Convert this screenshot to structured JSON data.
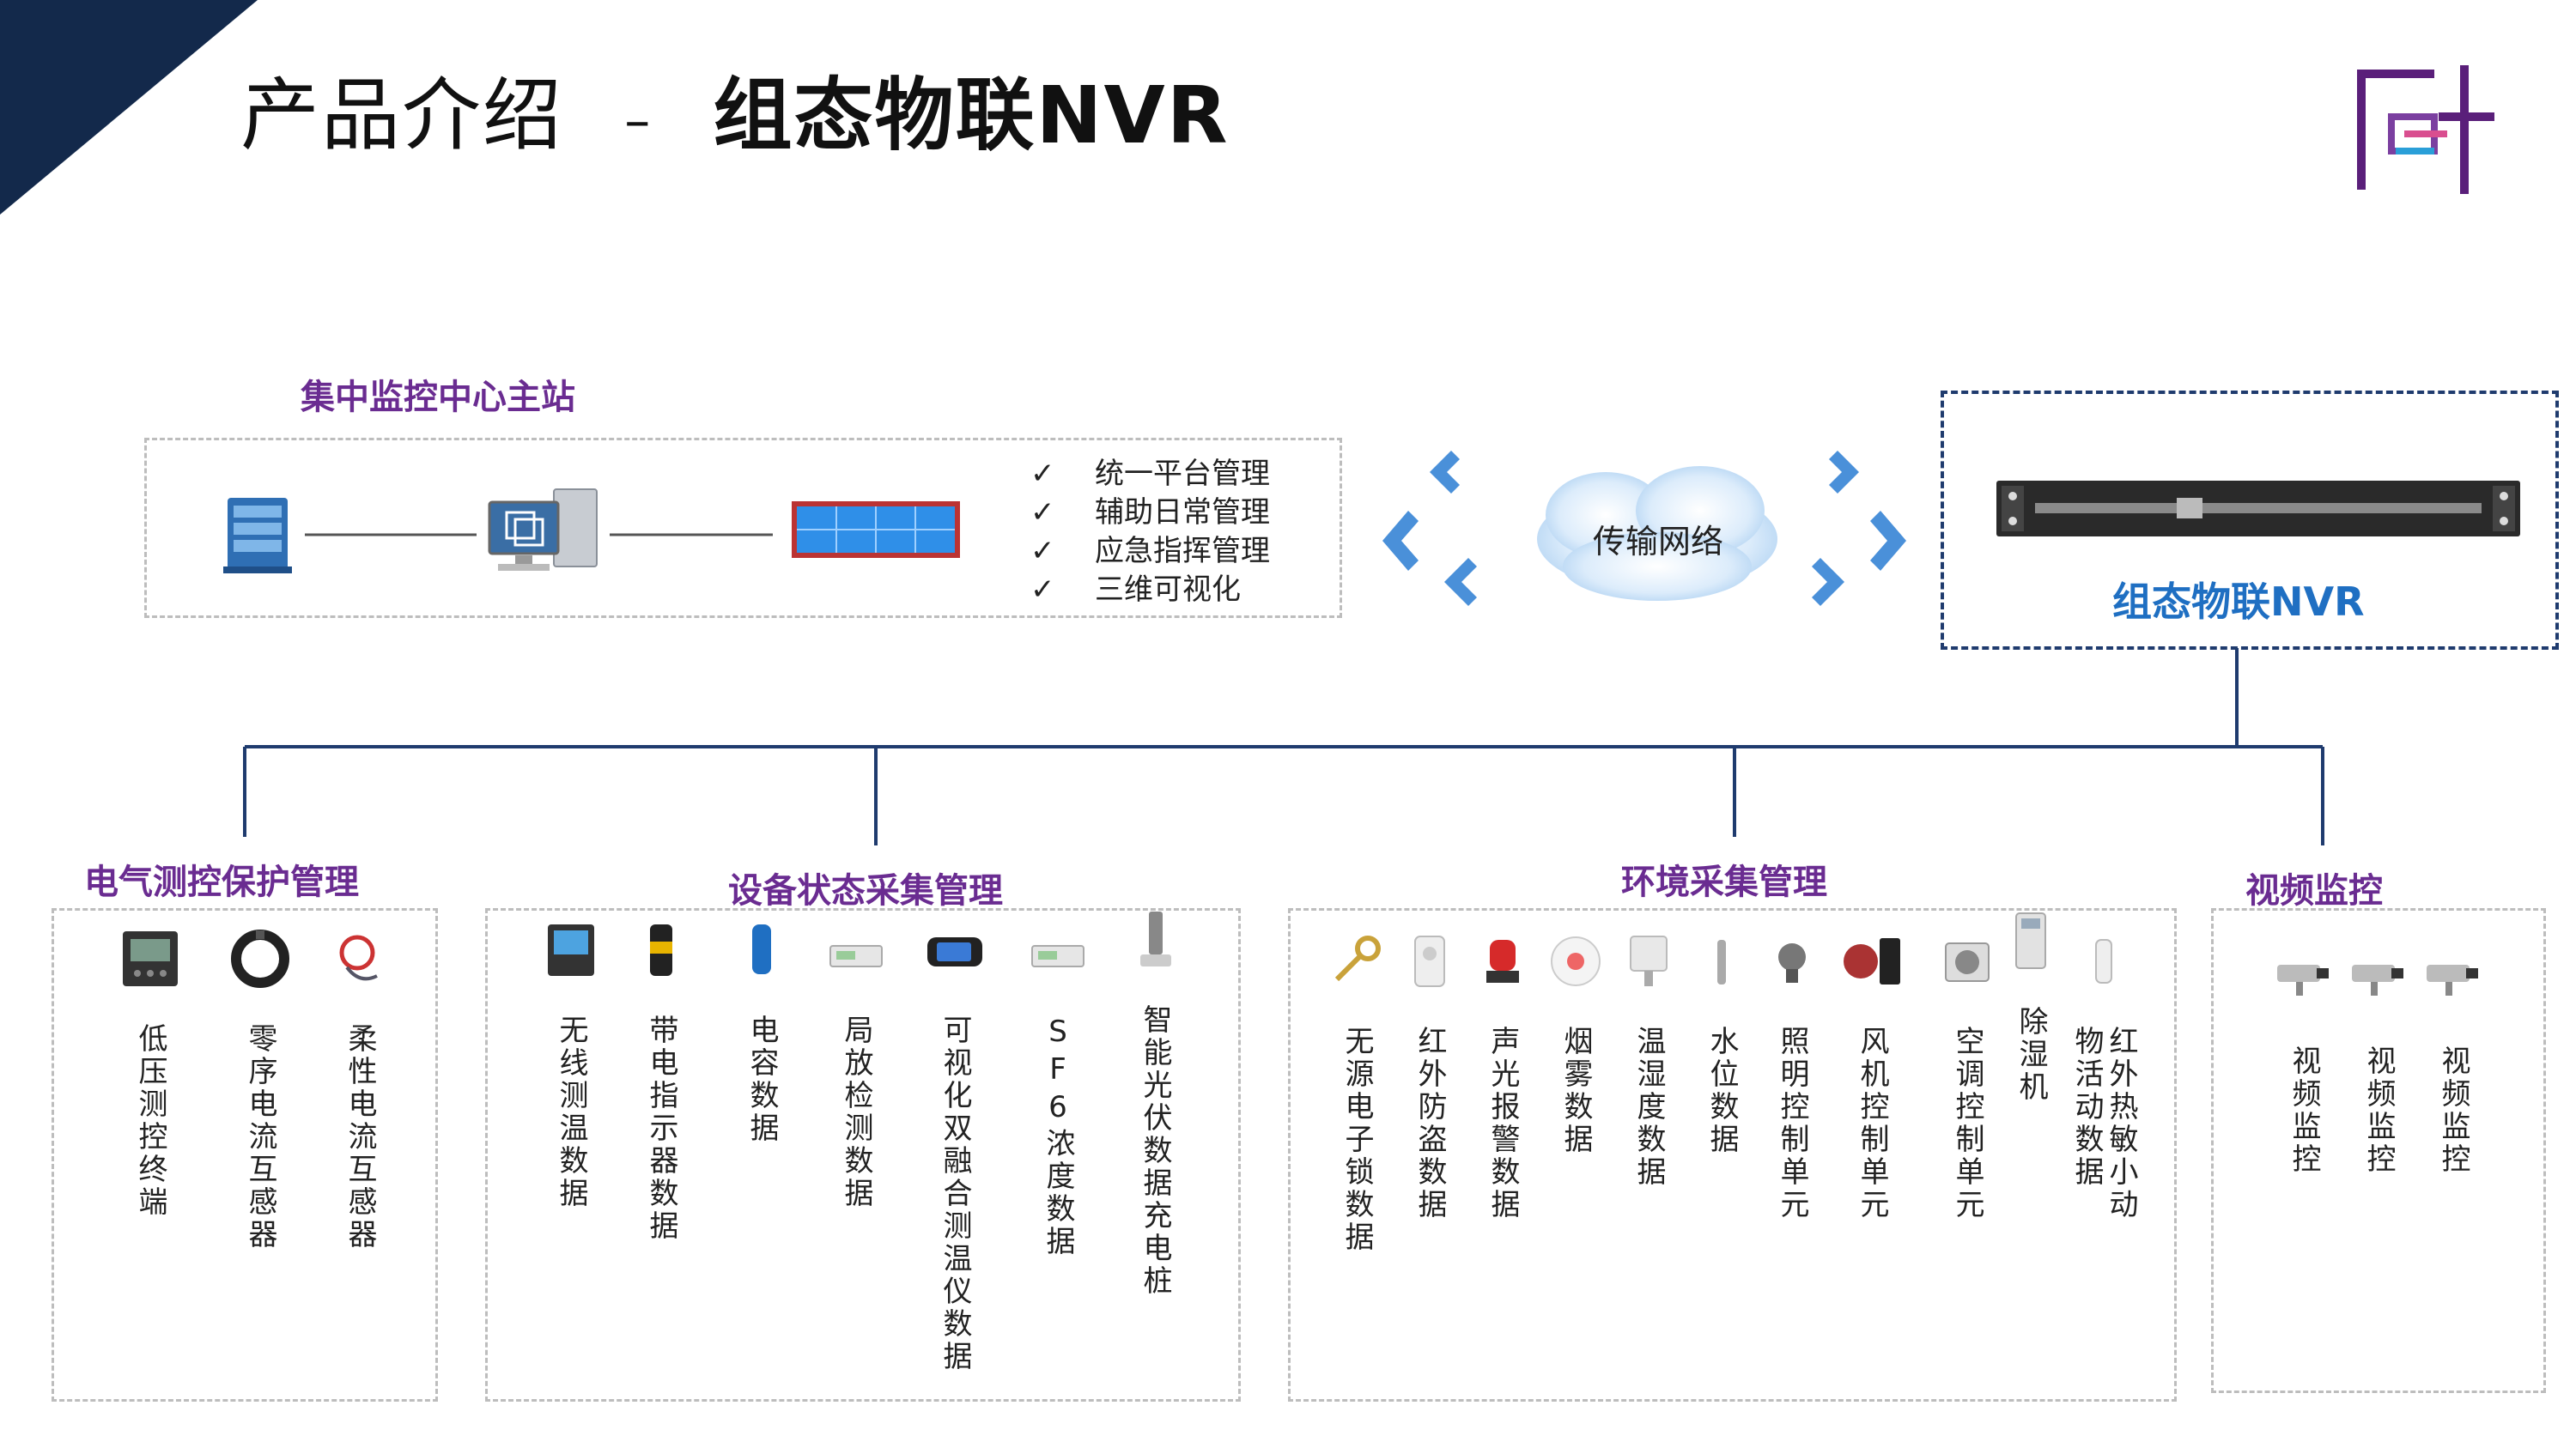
{
  "header": {
    "title_prefix": "产品介绍",
    "title_separator": "–",
    "title_main": "组态物联NVR"
  },
  "colors": {
    "corner": "#13294b",
    "section_title": "#6a2c91",
    "nvr_label": "#1f6fc2",
    "lines": "#1f3b6e",
    "arrows": "#4a90d9"
  },
  "center_station": {
    "title": "集中监控中心主站",
    "features": [
      "统一平台管理",
      "辅助日常管理",
      "应急指挥管理",
      "三维可视化"
    ],
    "check_mark": "✓"
  },
  "network": {
    "label": "传输网络"
  },
  "nvr": {
    "label": "组态物联NVR"
  },
  "groups": [
    {
      "title": "电气测控保护管理",
      "items": [
        "低压测控终端",
        "零序电流互感器",
        "柔性电流互感器"
      ]
    },
    {
      "title": "设备状态采集管理",
      "items": [
        "无线测温数据",
        "带电指示器数据",
        "电容数据",
        "局放检测数据",
        "可视化双融合测温仪数据",
        "SF6浓度数据",
        "智能光伏数据充电桩"
      ]
    },
    {
      "title": "环境采集管理",
      "items": [
        "无源电子锁数据",
        "红外防盗数据",
        "声光报警数据",
        "烟雾数据",
        "温湿度数据",
        "水位数据",
        "照明控制单元",
        "风机控制单元",
        "空调控制单元",
        "除湿机",
        "红外热敏小动物活动数据"
      ]
    },
    {
      "title": "视频监控",
      "items": [
        "视频监控",
        "视频监控",
        "视频监控"
      ]
    }
  ]
}
